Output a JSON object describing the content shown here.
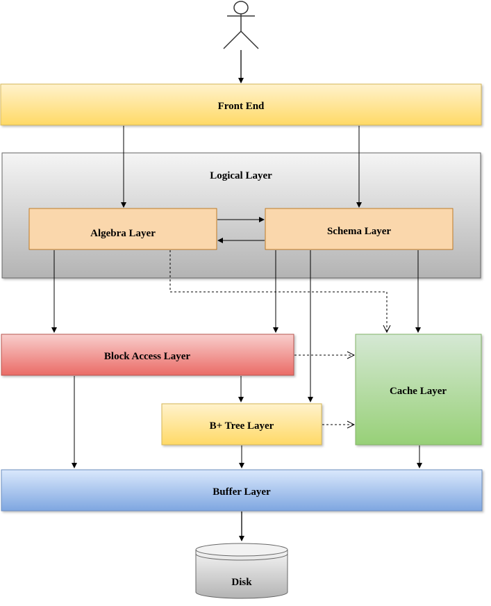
{
  "diagram": {
    "front_end": "Front End",
    "logical_layer": "Logical Layer",
    "algebra_layer": "Algebra Layer",
    "schema_layer": "Schema Layer",
    "block_access_layer": "Block Access Layer",
    "cache_layer": "Cache Layer",
    "bplus_tree_layer": "B+ Tree Layer",
    "buffer_layer": "Buffer Layer",
    "disk": "Disk"
  },
  "colors": {
    "front_end": "#ffd966",
    "logical_layer": "#c8c8c8",
    "algebra_schema": "#fad7ac",
    "block_access": "#ea6b66",
    "cache": "#97d077",
    "bplus_tree": "#ffd966",
    "buffer": "#7ea6e0",
    "disk": "#b3b3b3"
  }
}
